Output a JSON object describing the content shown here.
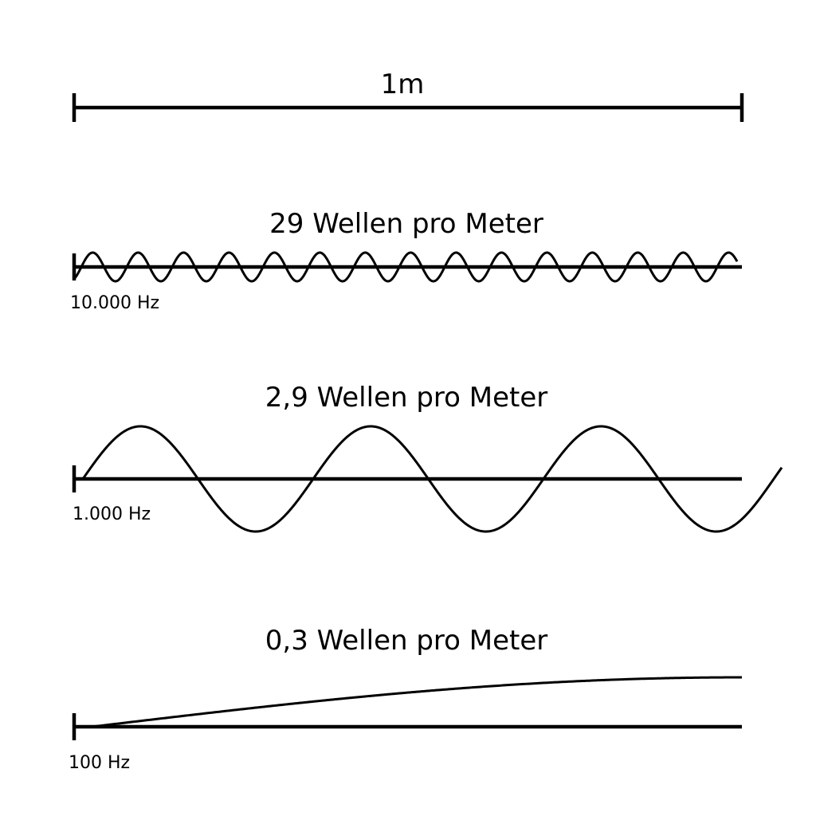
{
  "scale": {
    "label": "1m"
  },
  "panels": [
    {
      "title": "29 Wellen pro Meter",
      "frequency": "10.000 Hz"
    },
    {
      "title": "2,9 Wellen pro Meter",
      "frequency": "1.000 Hz"
    },
    {
      "title": "0,3 Wellen pro Meter",
      "frequency": "100 Hz"
    }
  ]
}
